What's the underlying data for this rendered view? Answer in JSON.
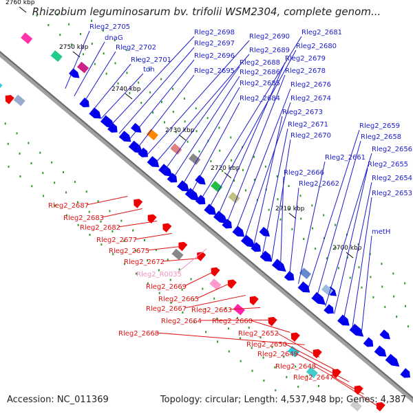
{
  "header": {
    "title": "Rhizobium leguminosarum bv. trifolii WSM2304, complete genom..."
  },
  "footer": {
    "accession": "Accession: NC_011369",
    "summary": "Topology: circular; Length: 4,537,948 bp; Genes: 4,387"
  },
  "colors": {
    "forward_label": "#1a1acc",
    "reverse_label": "#e01010",
    "rna_label": "#f090c0",
    "backbone": "#8a8a8a"
  },
  "map": {
    "ticks": [
      "2760 kbp",
      "2750 kbp",
      "2740 kbp",
      "2730 kbp",
      "2720 kbp",
      "2710 kbp",
      "2700 kbp"
    ],
    "forward_labels": [
      "Rleg2_2705",
      "dnaG",
      "Rleg2_2702",
      "Rleg2_2701",
      "tdh",
      "Rleg2_2698",
      "Rleg2_2697",
      "Rleg2_2696",
      "Rleg2_2695",
      "Rleg2_2690",
      "Rleg2_2689",
      "Rleg2_2688",
      "Rleg2_2686",
      "Rleg2_2685",
      "Rleg2_2684",
      "Rleg2_2681",
      "Rleg2_2680",
      "Rleg2_2679",
      "Rleg2_2678",
      "Rleg2_2676",
      "Rleg2_2674",
      "Rleg2_2673",
      "Rleg2_2671",
      "Rleg2_2670",
      "Rleg2_2666",
      "Rleg2_2662",
      "Rleg2_2661",
      "Rleg2_2659",
      "Rleg2_2658",
      "Rleg2_2656",
      "Rleg2_2655",
      "Rleg2_2654",
      "Rleg2_2653",
      "metH"
    ],
    "reverse_labels": [
      "Rleg2_2687",
      "Rleg2_2683",
      "Rleg2_2682",
      "Rleg2_2677",
      "Rleg2_2675",
      "Rleg2_2672",
      "Rleg2_2669",
      "Rleg2_2665",
      "Rleg2_2667",
      "Rleg2_2663",
      "Rleg2_2664",
      "Rleg2_2660",
      "Rleg2_2668",
      "Rleg2_2652",
      "Rleg2_2650",
      "Rleg2_2649",
      "Rleg2_2648",
      "Rleg2_2647"
    ],
    "rna_labels": [
      "Rleg2_R0035"
    ]
  }
}
